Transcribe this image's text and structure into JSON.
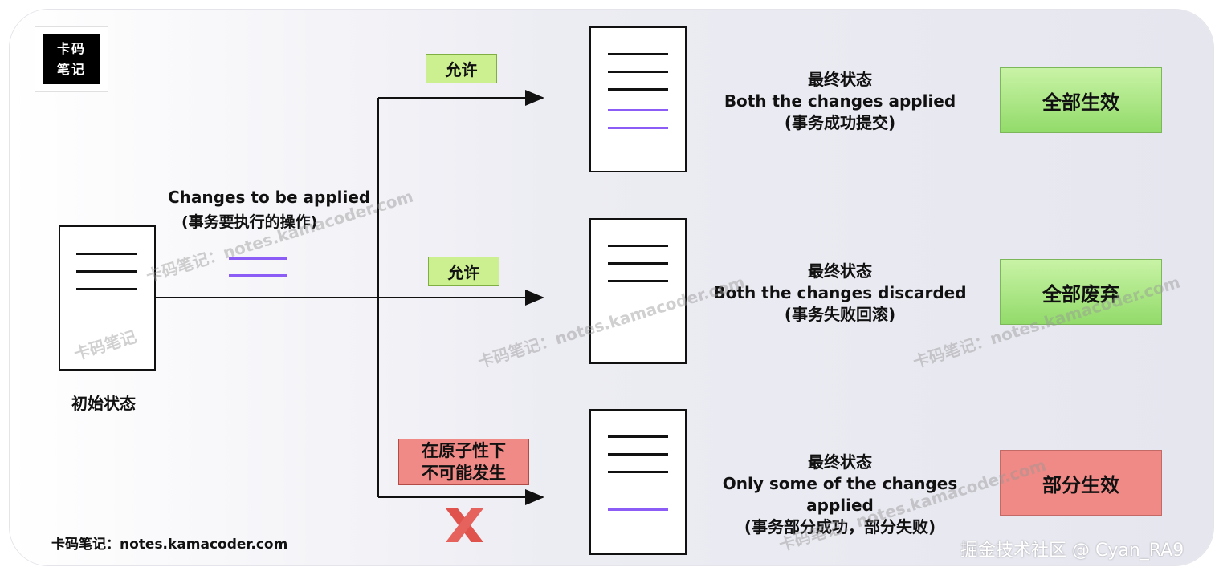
{
  "logo": {
    "line1": "卡码",
    "line2": "笔记"
  },
  "initial": {
    "label": "初始状态"
  },
  "changes": {
    "line1": "Changes to be applied",
    "line2": "(事务要执行的操作)"
  },
  "branches": [
    {
      "label": "允许",
      "state_title": "最终状态",
      "state_desc": "Both the changes applied",
      "state_note": "(事务成功提交)",
      "result": "全部生效",
      "result_color": "#92db6a"
    },
    {
      "label": "允许",
      "state_title": "最终状态",
      "state_desc": "Both the changes discarded",
      "state_note": "(事务失败回滚)",
      "result": "全部废弃",
      "result_color": "#92db6a"
    },
    {
      "label_line1": "在原子性下",
      "label_line2": "不可能发生",
      "state_title": "最终状态",
      "state_desc": "Only some of the changes applied",
      "state_note": "(事务部分成功，部分失败)",
      "result": "部分生效",
      "result_color": "#ef8a86"
    }
  ],
  "footer": {
    "source": "卡码笔记：notes.kamacoder.com",
    "credit": "掘金技术社区 @ Cyan_RA9"
  },
  "watermarks": {
    "full": "卡码笔记：notes.kamacoder.com",
    "short": "卡码笔记",
    "tail": "com"
  },
  "colors": {
    "purple_line": "#8b5cf6",
    "green_label": "#ccf08f",
    "red_label": "#ef8a86",
    "cross": "#e0524c"
  }
}
